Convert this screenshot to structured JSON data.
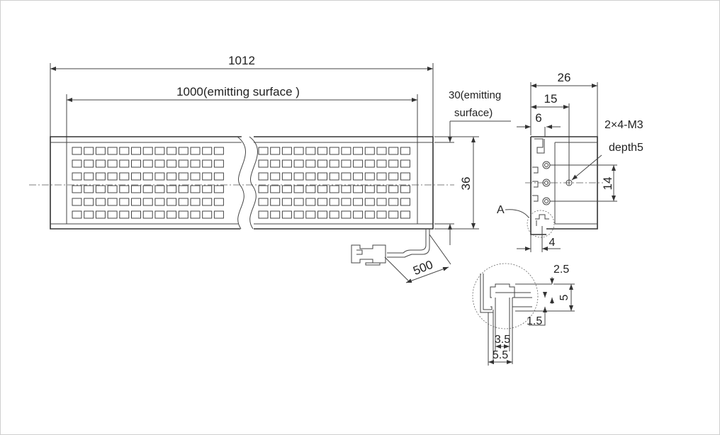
{
  "drawing": {
    "front_view": {
      "overall_length": "1012",
      "emitting_length": "1000(emitting surface )",
      "cable_length": "500",
      "led_rows": 6,
      "led_columns_per_side": 13
    },
    "height_dims": {
      "emitting_width_line1": "30(emitting",
      "emitting_width_line2": "surface)",
      "overall_height": "36"
    },
    "side_view": {
      "depth": "26",
      "hole_offset": "15",
      "slot_offset": "6",
      "hole_spec_line1": "2×4-M3",
      "hole_spec_line2": "depth5",
      "hole_pitch": "14",
      "detail_label": "A",
      "slot_width": "4"
    },
    "detail_a": {
      "dim_top": "2.5",
      "dim_height": "5",
      "dim_bottom": "1.5",
      "dim_inner": "3.5",
      "dim_outer": "5.5"
    }
  }
}
